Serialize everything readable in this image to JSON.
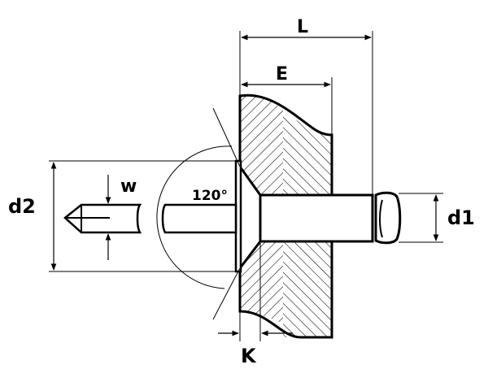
{
  "diagram": {
    "labels": {
      "L": "L",
      "E": "E",
      "d2": "d2",
      "d1": "d1",
      "w": "w",
      "K": "K",
      "angle": "120°"
    },
    "colors": {
      "stroke": "#000000",
      "background": "#ffffff",
      "hatch": "#000000"
    }
  }
}
